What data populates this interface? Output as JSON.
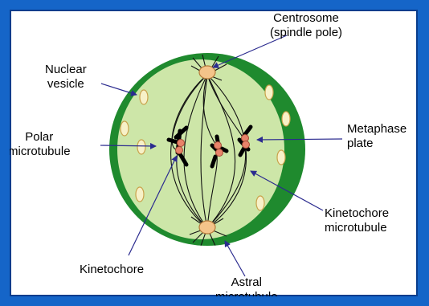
{
  "labels": {
    "centrosome": [
      "Centrosome",
      "(spindle pole)"
    ],
    "nuclear_vesicle": [
      "Nuclear",
      "vesicle"
    ],
    "polar_microtubule": [
      "Polar",
      "microtubule"
    ],
    "metaphase_plate": [
      "Metaphase",
      "plate"
    ],
    "kinetochore_microtubule": [
      "Kinetochore",
      "microtubule"
    ],
    "kinetochore": "Kinetochore",
    "astral_microtubule": [
      "Astral",
      "microtubule"
    ]
  },
  "colors": {
    "frame": "#1565c8",
    "cell_wall": "#1f8a2e",
    "cytoplasm": "#cde6a8",
    "vesicle_fill": "#f7f1c8",
    "vesicle_stroke": "#c9a14a",
    "centrosome": "#f4c48a",
    "chromosome": "#000000",
    "kinetochore": "#e8836a",
    "leader_line": "#2b2b8f"
  }
}
